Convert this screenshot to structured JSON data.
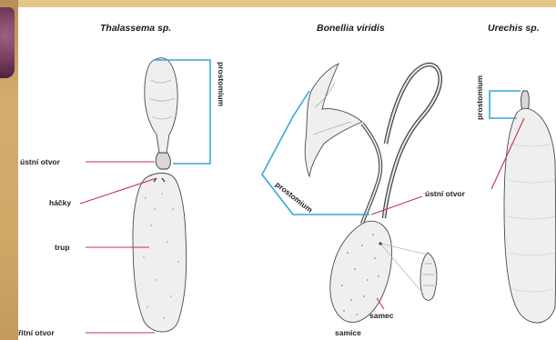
{
  "species": {
    "thalassema": "Thalassema sp.",
    "bonellia": "Bonellia viridis",
    "urechis": "Urechis sp."
  },
  "labels": {
    "prostomium": "prostomium",
    "mouth": "ústní otvor",
    "hooks": "háčky",
    "trunk": "trup",
    "anus": "řitní otvor",
    "male": "samec",
    "female": "samice"
  },
  "colors": {
    "callout": "#c8324a",
    "bracket": "#35a9d6",
    "background": "#e6c688"
  }
}
